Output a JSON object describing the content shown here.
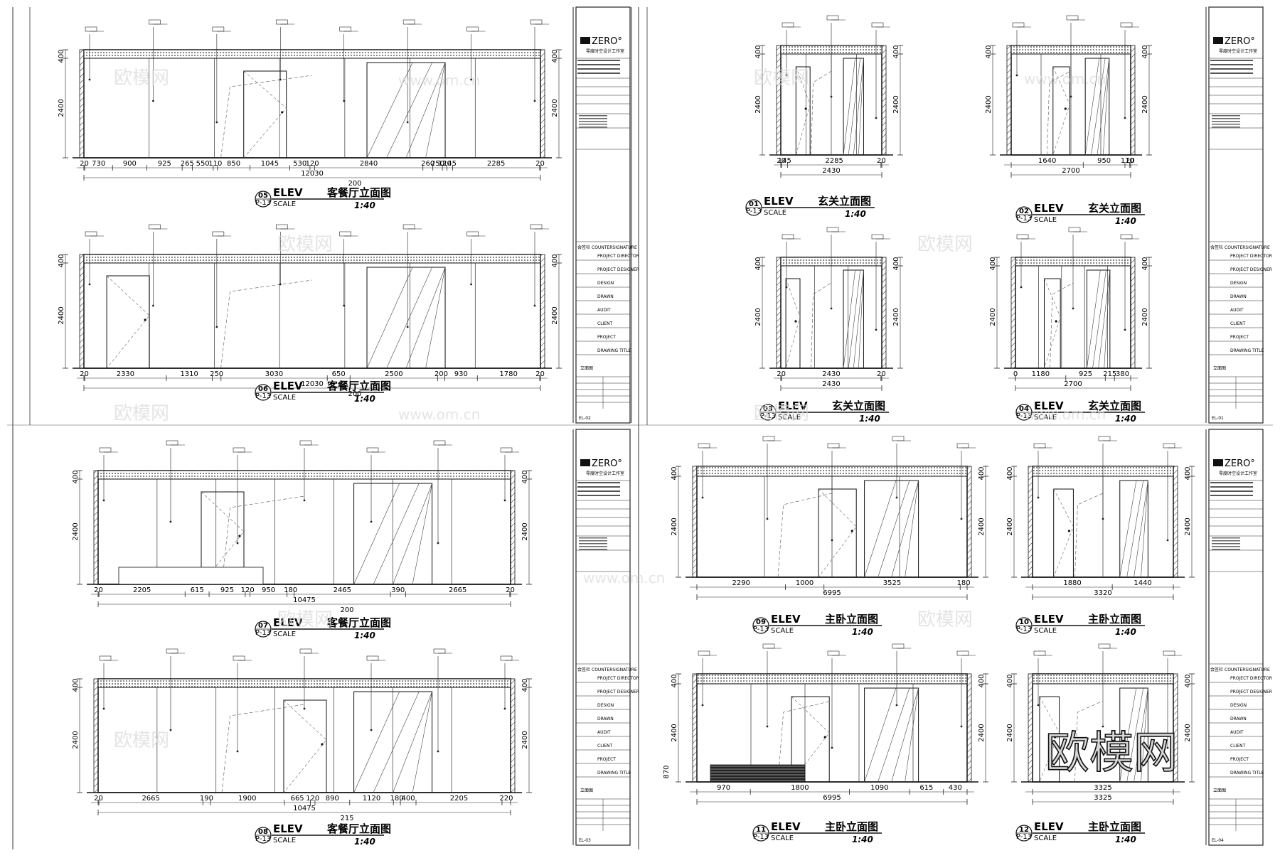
{
  "titleblock": {
    "logo": "ZERO°",
    "studio": "零度时空设计工作室",
    "countersignature": "COUNTERSIGNATURE",
    "countersign_cn": "会签栏",
    "roles": [
      "PROJECT DIRECTOR",
      "PROJECT DESIGNER",
      "DESIGN",
      "DRAWN",
      "AUDIT",
      "CLIENT",
      "PROJECT",
      "DRAWING TITLE"
    ],
    "drawing_title_cn": "立面图"
  },
  "sheets": [
    {
      "no": "EL-02"
    },
    {
      "no": "EL-01"
    },
    {
      "no": "EL-03"
    },
    {
      "no": "EL-04"
    }
  ],
  "views": [
    {
      "num": "05",
      "ref": "P-13",
      "tag": "ELEV",
      "scale_word": "SCALE",
      "title": "客餐厅立面图",
      "scale": "1:40",
      "dims": [
        "20",
        "730",
        "900",
        "925",
        "265",
        "550",
        "110",
        "850",
        "1045",
        "530",
        "120",
        "2840",
        "260",
        "250",
        "120",
        "145",
        "2285",
        "20"
      ],
      "total": "12030",
      "extra": "200",
      "heights": [
        "400",
        "2400"
      ]
    },
    {
      "num": "06",
      "ref": "P-13",
      "tag": "ELEV",
      "scale_word": "SCALE",
      "title": "客餐厅立面图",
      "scale": "1:40",
      "dims": [
        "20",
        "2330",
        "1310",
        "250",
        "3030",
        "650",
        "2500",
        "200",
        "930",
        "1780",
        "20"
      ],
      "total": "12030",
      "extra": "200",
      "heights": [
        "400",
        "2400"
      ]
    },
    {
      "num": "07",
      "ref": "P-13",
      "tag": "ELEV",
      "scale_word": "SCALE",
      "title": "客餐厅立面图",
      "scale": "1:40",
      "dims": [
        "20",
        "2205",
        "615",
        "925",
        "120",
        "950",
        "180",
        "2465",
        "390",
        "2665",
        "20"
      ],
      "total": "10475",
      "extra": "200",
      "heights": [
        "400",
        "2400"
      ]
    },
    {
      "num": "08",
      "ref": "P-13",
      "tag": "ELEV",
      "scale_word": "SCALE",
      "title": "客餐厅立面图",
      "scale": "1:40",
      "dims": [
        "20",
        "2665",
        "190",
        "1900",
        "665",
        "120",
        "890",
        "1120",
        "180",
        "400",
        "2205",
        "220"
      ],
      "total": "10475",
      "extra": "215",
      "heights": [
        "400",
        "2400"
      ]
    },
    {
      "num": "01",
      "ref": "P-13",
      "tag": "ELEV",
      "scale_word": "SCALE",
      "title": "玄关立面图",
      "scale": "1:40",
      "dims": [
        "20",
        "145",
        "2285",
        "20"
      ],
      "total": "2430",
      "extra": "",
      "heights": [
        "400",
        "2400"
      ]
    },
    {
      "num": "02",
      "ref": "P-13",
      "tag": "ELEV",
      "scale_word": "SCALE",
      "title": "玄关立面图",
      "scale": "1:40",
      "dims": [
        "1640",
        "950",
        "110",
        "20"
      ],
      "total": "2700",
      "extra": "",
      "heights": [
        "400",
        "2400"
      ]
    },
    {
      "num": "03",
      "ref": "P-13",
      "tag": "ELEV",
      "scale_word": "SCALE",
      "title": "玄关立面图",
      "scale": "1:40",
      "dims": [
        "20",
        "2430",
        "20"
      ],
      "total": "2430",
      "extra": "",
      "heights": [
        "400",
        "2400"
      ]
    },
    {
      "num": "04",
      "ref": "P-13",
      "tag": "ELEV",
      "scale_word": "SCALE",
      "title": "玄关立面图",
      "scale": "1:40",
      "dims": [
        "0",
        "1180",
        "925",
        "215",
        "380"
      ],
      "total": "2700",
      "extra": "",
      "heights": [
        "400",
        "2400"
      ]
    },
    {
      "num": "09",
      "ref": "P-13",
      "tag": "ELEV",
      "scale_word": "SCALE",
      "title": "主卧立面图",
      "scale": "1:40",
      "dims": [
        "2290",
        "1000",
        "3525",
        "180"
      ],
      "total": "6995",
      "extra": "",
      "heights": [
        "400",
        "2400"
      ]
    },
    {
      "num": "10",
      "ref": "P-13",
      "tag": "ELEV",
      "scale_word": "SCALE",
      "title": "主卧立面图",
      "scale": "1:40",
      "dims": [
        "1880",
        "1440"
      ],
      "total": "3320",
      "extra": "",
      "heights": [
        "400",
        "2400"
      ]
    },
    {
      "num": "11",
      "ref": "P-13",
      "tag": "ELEV",
      "scale_word": "SCALE",
      "title": "主卧立面图",
      "scale": "1:40",
      "dims": [
        "970",
        "1800",
        "1090",
        "615",
        "430"
      ],
      "total": "6995",
      "extra": "",
      "heights": [
        "400",
        "2400",
        "870"
      ]
    },
    {
      "num": "12",
      "ref": "P-13",
      "tag": "ELEV",
      "scale_word": "SCALE",
      "title": "主卧立面图",
      "scale": "1:40",
      "dims": [
        "3325"
      ],
      "total": "3325",
      "extra": "",
      "heights": [
        "400",
        "2400"
      ]
    }
  ],
  "watermark": {
    "brand": "欧模网",
    "url": "www.om.cn"
  }
}
